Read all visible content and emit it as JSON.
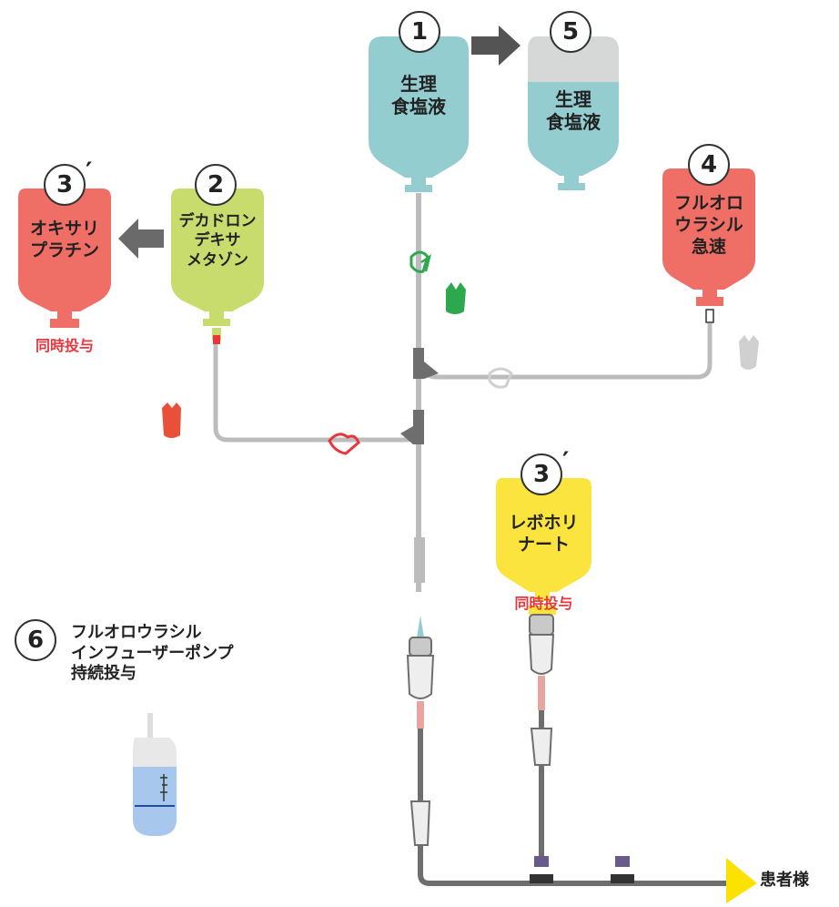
{
  "bags": {
    "b1": {
      "num": "1",
      "text": "生理\n食塩液",
      "color": "#93cdd0"
    },
    "b5": {
      "num": "5",
      "text": "生理\n食塩液",
      "color": "#93cdd0",
      "top_color": "#d6d8d8"
    },
    "b2": {
      "num": "2",
      "text": "デカドロン\nデキサ\nメタゾン",
      "color": "#c8dc6e"
    },
    "b3a": {
      "num": "3",
      "prime": "′",
      "text": "オキサリ\nプラチン",
      "color": "#ef6e66",
      "note": "同時投与"
    },
    "b4": {
      "num": "4",
      "text": "フルオロ\nウラシル\n急速",
      "color": "#ef6e66"
    },
    "b3b": {
      "num": "3",
      "prime": "′",
      "text": "レボホリ\nナート",
      "color": "#fce43e",
      "note": "同時投与"
    }
  },
  "pump": {
    "num": "6",
    "text": "フルオロウラシル\nインフューザーポンプ\n持続投与"
  },
  "patient_label": "患者様",
  "colors": {
    "tube": "#bcbcbc",
    "dark_tube": "#6e6e6e",
    "clamp_green": "#2ea84f",
    "clamp_red": "#e8503a",
    "clamp_gray": "#d0d0d0",
    "arrow": "#545454",
    "arrow_light": "#6a6a6a",
    "patient_arrow": "#fce200"
  }
}
